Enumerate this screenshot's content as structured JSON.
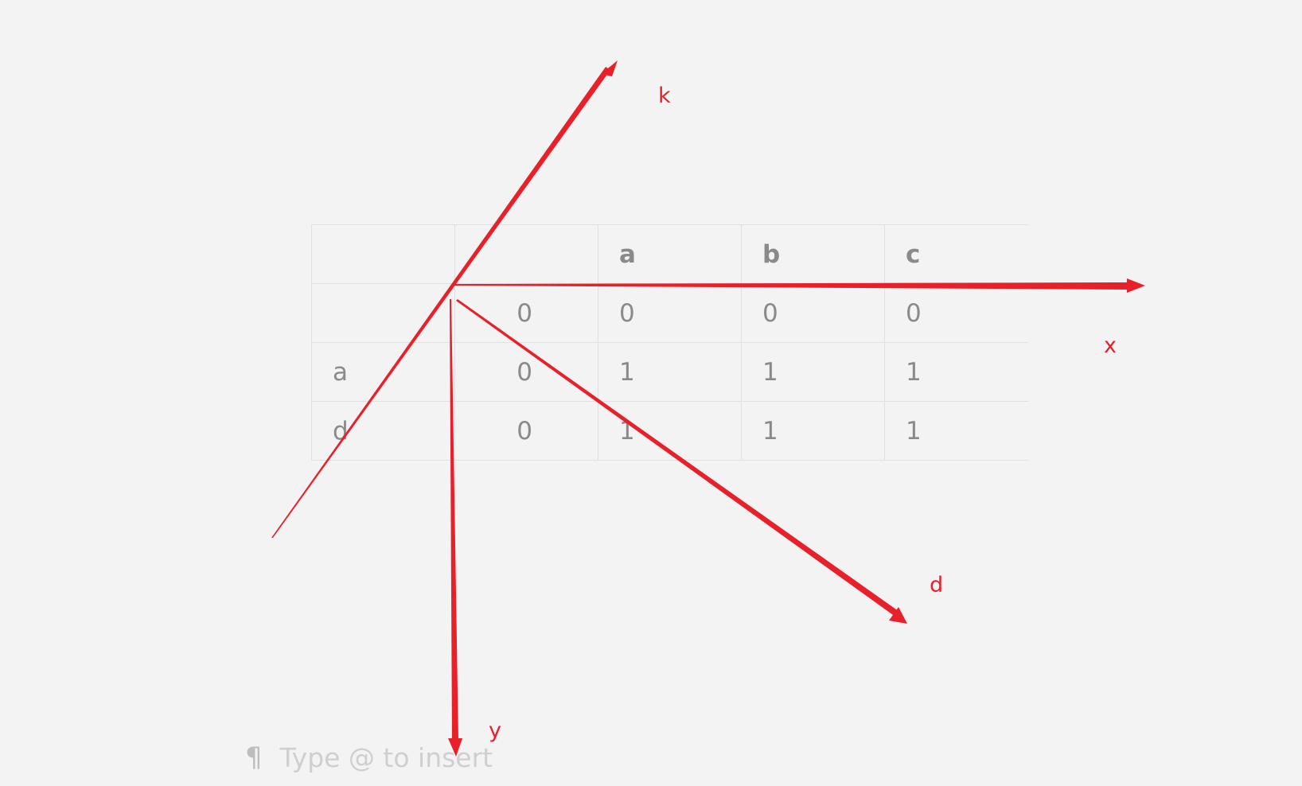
{
  "table": {
    "header": [
      "",
      "",
      "a",
      "b",
      "c"
    ],
    "rows": [
      [
        "",
        "0",
        "0",
        "0",
        "0"
      ],
      [
        "a",
        "0",
        "1",
        "1",
        "1"
      ],
      [
        "d",
        "0",
        "1",
        "1",
        "1"
      ]
    ]
  },
  "annotations": {
    "k_label": "k",
    "x_label": "x",
    "d_label": "d",
    "y_label": "y",
    "arrow_color": "#e8202a"
  },
  "editor": {
    "pilcrow_icon": "paragraph-icon",
    "pilcrow_glyph": "¶",
    "placeholder": "Type @ to insert"
  }
}
